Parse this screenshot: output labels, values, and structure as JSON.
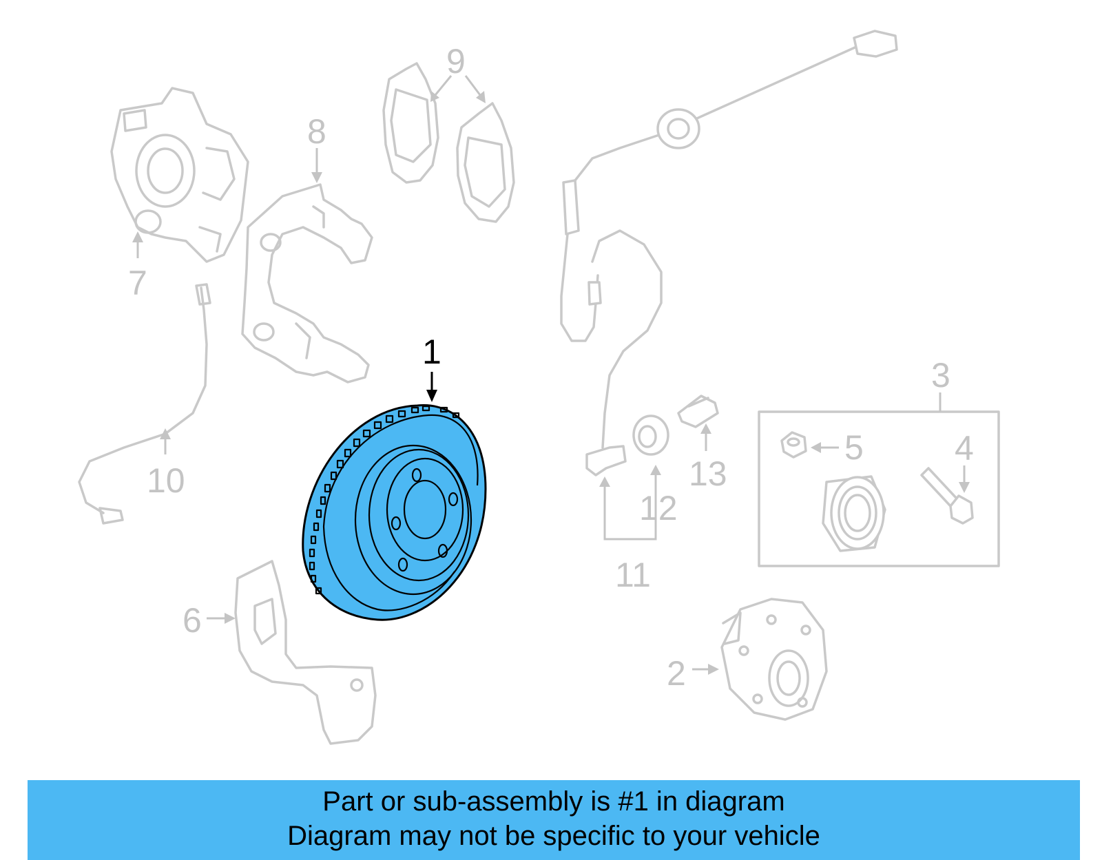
{
  "diagram": {
    "highlight_color": "#4cb8f3",
    "highlighted_part": "1",
    "callouts": [
      "1",
      "2",
      "3",
      "4",
      "5",
      "6",
      "7",
      "8",
      "9",
      "10",
      "11",
      "12",
      "13"
    ]
  },
  "banner": {
    "line1": "Part or sub-assembly is #1 in diagram",
    "line2": "Diagram may not be specific to your vehicle",
    "background": "#4cb8f3"
  }
}
